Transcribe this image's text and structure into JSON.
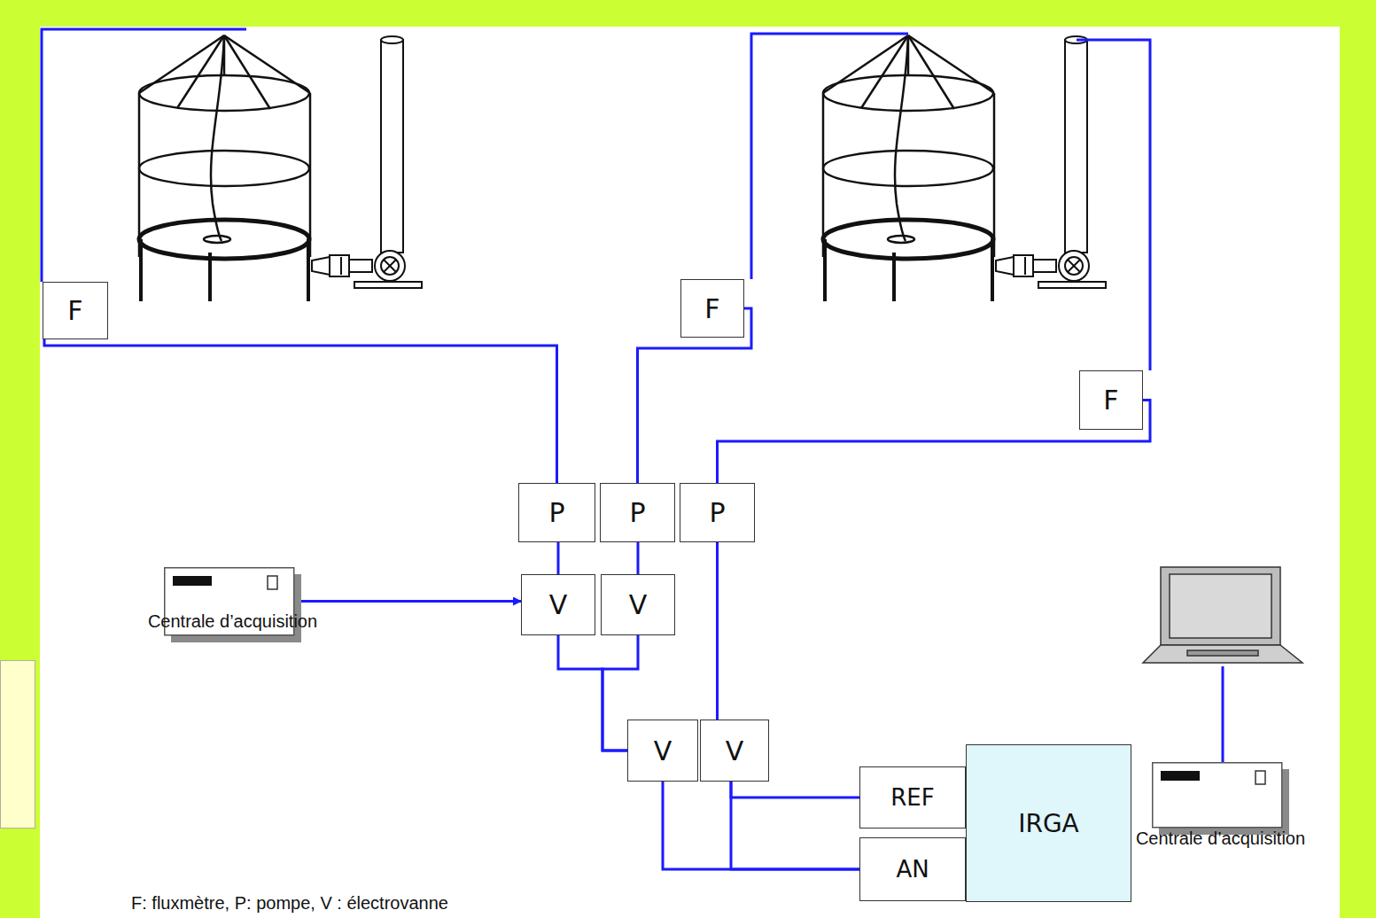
{
  "diagram": {
    "nodes": [
      {
        "text": [
          "F"
        ]
      },
      {
        "text": [
          "F"
        ]
      },
      {
        "text": [
          "F"
        ]
      },
      {
        "text": [
          "P"
        ]
      },
      {
        "text": [
          "P"
        ]
      },
      {
        "text": [
          "P"
        ]
      },
      {
        "text": [
          "Centrale d’acquisition"
        ]
      },
      {
        "text": [
          "V"
        ]
      },
      {
        "text": [
          "V"
        ]
      },
      {
        "text": [
          "V"
        ]
      },
      {
        "text": [
          "V"
        ]
      },
      {
        "text": [
          "REF"
        ]
      },
      {
        "text": [
          "IRGA"
        ]
      },
      {
        "text": [
          "AN"
        ]
      },
      {
        "text": [
          "Centrale d’acquisition"
        ]
      }
    ],
    "edges": [
      {
        "from": 0,
        "to": 3,
        "arrow": "none"
      },
      {
        "from": 1,
        "to": 4,
        "arrow": "none"
      },
      {
        "from": 2,
        "to": 5,
        "arrow": "none"
      },
      {
        "from": 3,
        "to": 7,
        "arrow": "none"
      },
      {
        "from": 4,
        "to": 8,
        "arrow": "none"
      },
      {
        "from": 5,
        "to": 10,
        "arrow": "none"
      },
      {
        "from": 6,
        "to": 7,
        "arrow": "to"
      },
      {
        "from": 7,
        "to": 9,
        "arrow": "none"
      },
      {
        "from": 8,
        "to": 9,
        "arrow": "none"
      },
      {
        "from": 9,
        "to": 13,
        "arrow": "none"
      },
      {
        "from": 10,
        "to": 11,
        "arrow": "none"
      },
      {
        "from": 10,
        "to": 13,
        "arrow": "none"
      }
    ],
    "labels": [
      "F: fluxmètre, P: pompe, V : électrovanne"
    ]
  }
}
